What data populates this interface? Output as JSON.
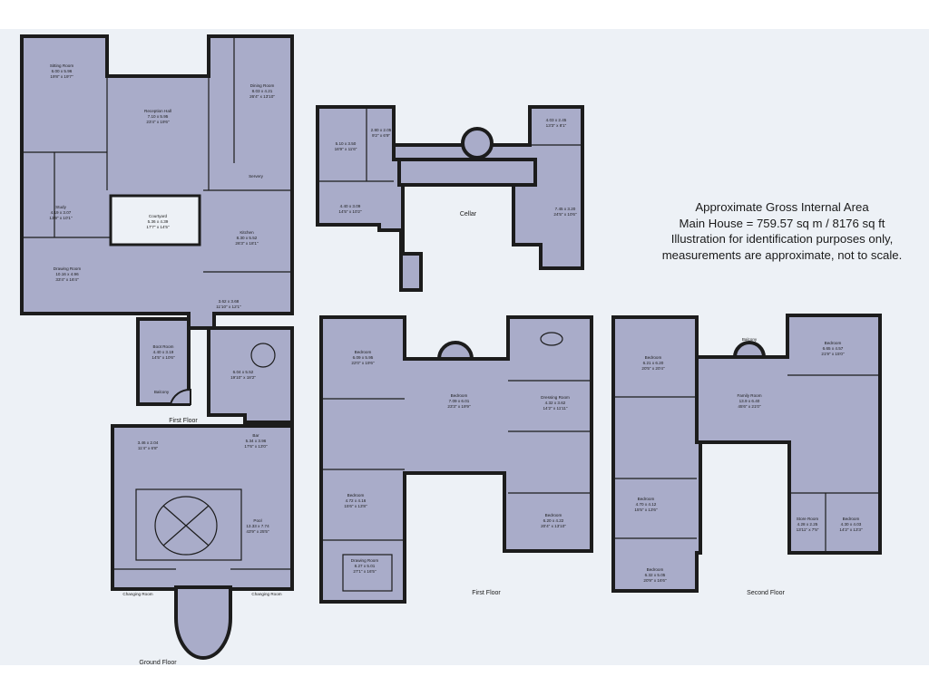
{
  "area_note": {
    "line1": "Approximate Gross Internal Area",
    "line2": "Main House = 759.57 sq m / 8176 sq ft",
    "line3": "Illustration for identification purposes only,",
    "line4": "measurements are approximate, not to scale."
  },
  "floors": {
    "ground": "Ground Floor",
    "first": "First Floor",
    "second": "Second Floor",
    "cellar": "Cellar",
    "first_inset": "First Floor"
  },
  "rooms": {
    "sitting_room": {
      "name": "Sitting Room",
      "dims": "6.00 x 5.96",
      "imp": "19'8\" x 19'7\""
    },
    "reception_hall": {
      "name": "Reception Hall",
      "dims": "7.10 x 5.95",
      "imp": "23'4\" x 19'6\""
    },
    "dining_room": {
      "name": "Dining Room",
      "dims": "8.03 x 4.21",
      "imp": "26'4\" x 13'10\""
    },
    "servery": {
      "name": "Servery"
    },
    "study": {
      "name": "Study",
      "dims": "4.19 x 3.07",
      "imp": "13'9\" x 10'1\""
    },
    "courtyard": {
      "name": "Courtyard",
      "dims": "5.36 x 4.39",
      "imp": "17'7\" x 14'5\""
    },
    "kitchen": {
      "name": "Kitchen",
      "dims": "8.30 x 5.52",
      "imp": "26'3\" x 18'1\""
    },
    "drawing_room": {
      "name": "Drawing Room",
      "dims": "10.16 x 4.96",
      "imp": "33'4\" x 16'4\""
    },
    "gf_room_a": {
      "dims": "3.62 x 3.68",
      "imp": "11'10\" x 12'1\""
    },
    "gf_room_b": {
      "dims": "6.04 x 5.52",
      "imp": "19'10\" x 18'2\""
    },
    "boot_room": {
      "name": "Boot Room",
      "dims": "4.40 x 3.19",
      "imp": "14'5\" x 10'6\""
    },
    "balcony": {
      "name": "Balcony"
    },
    "gf_room_c": {
      "dims": "3.46 x 2.04",
      "imp": "11'4\" x 6'8\""
    },
    "bar": {
      "name": "Bar",
      "dims": "5.34 x 3.96",
      "imp": "17'6\" x 13'0\""
    },
    "pool": {
      "name": "Pool",
      "dims": "13.33 x 7.74",
      "imp": "43'9\" x 25'5\""
    },
    "changing_room_l": {
      "name": "Changing Room"
    },
    "changing_room_r": {
      "name": "Changing Room"
    },
    "cellar_a": {
      "dims": "5.10 x 3.50",
      "imp": "16'9\" x 11'6\""
    },
    "cellar_b": {
      "dims": "2.80 x 2.05",
      "imp": "9'2\" x 6'9\""
    },
    "cellar_c": {
      "dims": "4.40 x 3.09",
      "imp": "14'5\" x 10'2\""
    },
    "cellar_d": {
      "dims": "4.03 x 2.45",
      "imp": "13'3\" x 8'1\""
    },
    "cellar_e": {
      "dims": "7.45 x 3.20",
      "imp": "24'5\" x 10'6\""
    },
    "ff_bed1": {
      "name": "Bedroom",
      "dims": "6.09 x 5.95",
      "imp": "22'0\" x 19'6\""
    },
    "ff_bed2": {
      "name": "Bedroom",
      "dims": "7.09 x 6.01",
      "imp": "23'3\" x 19'9\""
    },
    "ff_dressing": {
      "name": "Dressing Room",
      "dims": "4.32 x 3.62",
      "imp": "14'2\" x 11'11\""
    },
    "ff_bed3": {
      "name": "Bedroom",
      "dims": "4.72 x 4.16",
      "imp": "15'6\" x 13'8\""
    },
    "ff_bed4": {
      "name": "Bedroom",
      "dims": "6.20 x 4.22",
      "imp": "20'4\" x 13'10\""
    },
    "ff_drawing": {
      "name": "Drawing Room",
      "dims": "8.27 x 5.01",
      "imp": "27'1\" x 16'5\""
    },
    "sf_bed1": {
      "name": "Bedroom",
      "dims": "6.21 x 6.20",
      "imp": "20'5\" x 20'4\""
    },
    "sf_balcony": {
      "name": "Balcony"
    },
    "sf_bed2": {
      "name": "Bedroom",
      "dims": "6.65 x 4.57",
      "imp": "21'9\" x 15'0\""
    },
    "family_room": {
      "name": "Family Room",
      "dims": "13.9 x 6.40",
      "imp": "45'6\" x 21'0\""
    },
    "sf_bed3": {
      "name": "Bedroom",
      "dims": "4.70 x 4.12",
      "imp": "15'5\" x 13'6\""
    },
    "store_room": {
      "name": "Store Room",
      "dims": "4.28 x 2.25",
      "imp": "13'11\" x 7'5\""
    },
    "sf_bed4": {
      "name": "Bedroom",
      "dims": "4.30 x 4.03",
      "imp": "14'2\" x 13'3\""
    },
    "sf_bed5": {
      "name": "Bedroom",
      "dims": "6.32 x 5.05",
      "imp": "20'9\" x 16'6\""
    }
  }
}
